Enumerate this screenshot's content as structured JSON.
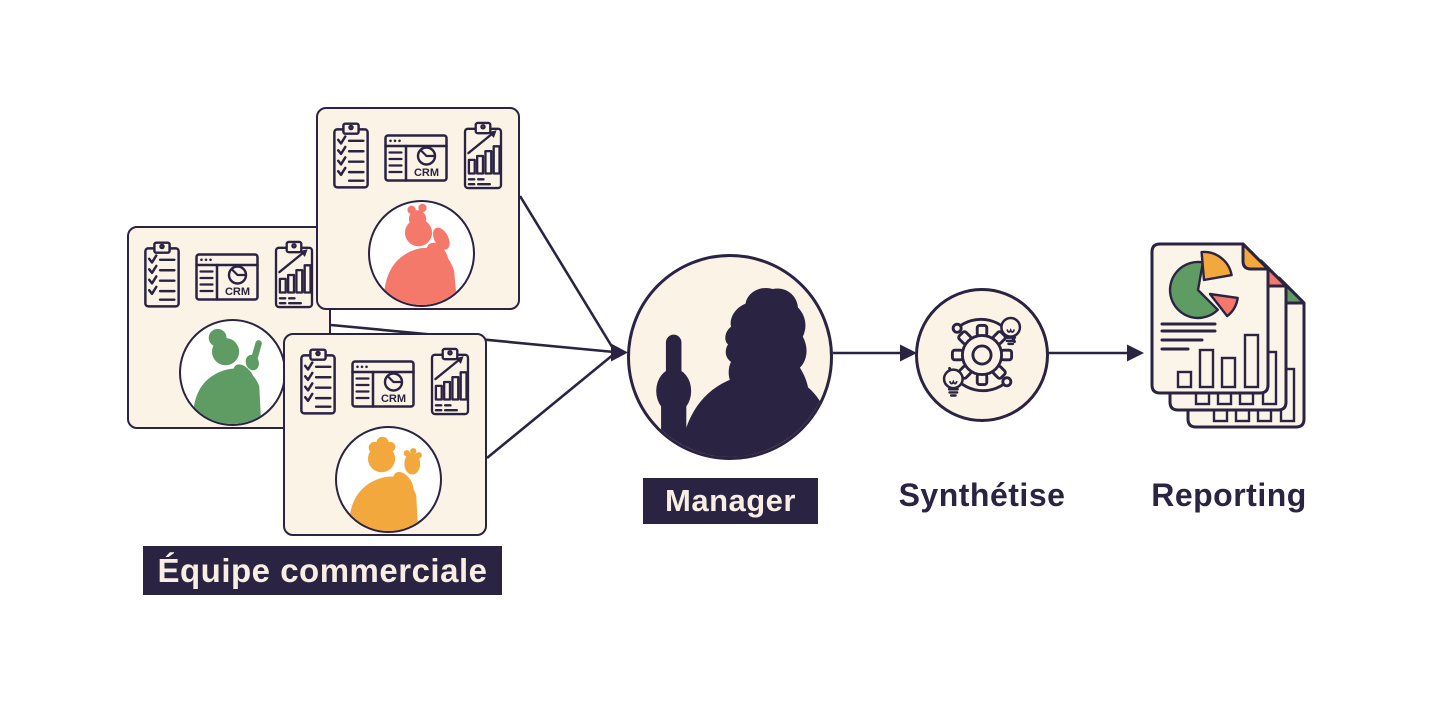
{
  "labels": {
    "team": "Équipe commerciale",
    "manager": "Manager",
    "synthesize": "Synthétise",
    "reporting": "Reporting"
  },
  "cards": {
    "crm_label": "CRM",
    "members": [
      {
        "id": "salmon-member",
        "color": "#F5796B"
      },
      {
        "id": "green-member",
        "color": "#5E9C64"
      },
      {
        "id": "yellow-member",
        "color": "#F2A83D"
      }
    ]
  },
  "report": {
    "pages": [
      {
        "fold_color": "#F2A83D"
      },
      {
        "fold_color": "#F5796B"
      },
      {
        "fold_color": "#5E9C64"
      }
    ]
  },
  "icons": {
    "card": [
      "checklist-clipboard",
      "crm-window",
      "bar-chart-clipboard"
    ],
    "manager": "person-silhouette-pointing-up",
    "synthesize": "gear-with-lightbulbs-orbit",
    "reporting": "stacked-report-pages-with-pie-and-bar-charts"
  },
  "flow": [
    "team-cards -> manager",
    "manager -> synthetise",
    "synthetise -> reporting"
  ],
  "colors": {
    "background": "#FFFFFF",
    "navy": "#2B2342",
    "cream": "#FAF3E6",
    "cream_text": "#F8EFE2",
    "salmon": "#F5796B",
    "green": "#5E9C64",
    "orange": "#F2A83D"
  }
}
